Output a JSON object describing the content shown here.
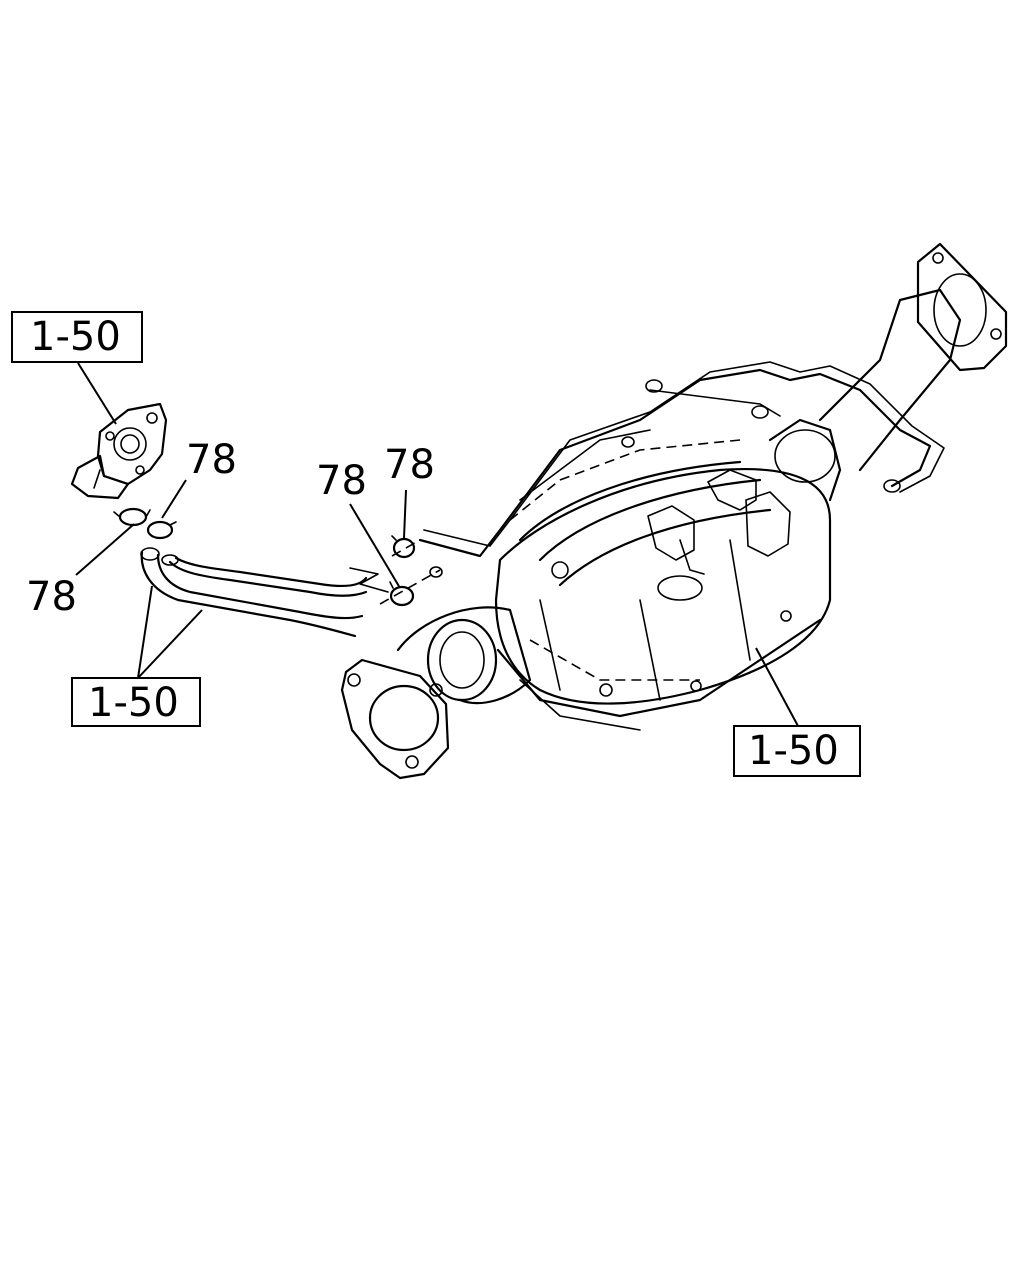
{
  "references": {
    "ref_flange_top_left": "1-50",
    "ref_pipe_bottom_left": "1-50",
    "ref_converter_right": "1-50"
  },
  "callouts": {
    "clip_upper_left": "78",
    "clip_lower_left": "78",
    "clip_center_left": "78",
    "clip_center_right": "78"
  }
}
